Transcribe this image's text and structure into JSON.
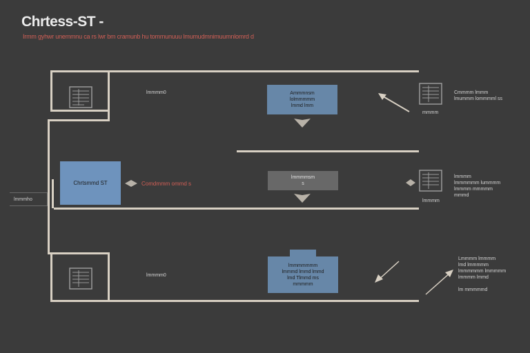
{
  "title": "Chrtess-ST -",
  "subtitle": "Irmm gyhwr unemmnu ca rs lwr bm cramunb hu tommunuuu lmumudmnimuumnlomrd d",
  "side_label": "lmmmho",
  "rows": [
    {
      "left_label": "lmmmm0",
      "center_box": "Ammmnsm\nlolmmmmm\nlmmd   lmm",
      "right_text": "Cmmmm lmmm\nlmummm lommmml ss",
      "right_caption": "mmmm"
    },
    {
      "main_box": "Chrtsmmd ST",
      "main_annotation": "Comdmmm ommd s",
      "center_box": "lmmmmsm\ns",
      "right_text": "lmmmm\nlmmmmmm lummmm\nlmmmm mmmmm\nmmmd",
      "right_caption": "lmmmm"
    },
    {
      "left_label": "lmmmm0",
      "center_box": "lmmmmmmm\nlmmmd lmmd lmmd\nlmd Tlmmd  ms\nmmmmm",
      "right_text": "Lmmmm lmmmm\nlmd lmmmmm\nlmmmmmm lmmmmm\nlmmmm lmmd\n\nlm mmmmmd",
      "right_caption": ""
    }
  ],
  "colors": {
    "background": "#3b3b3b",
    "line": "#d8d0c3",
    "box_blue": "#6787a8",
    "box_gray": "#686868",
    "accent_red": "#d25f56"
  }
}
